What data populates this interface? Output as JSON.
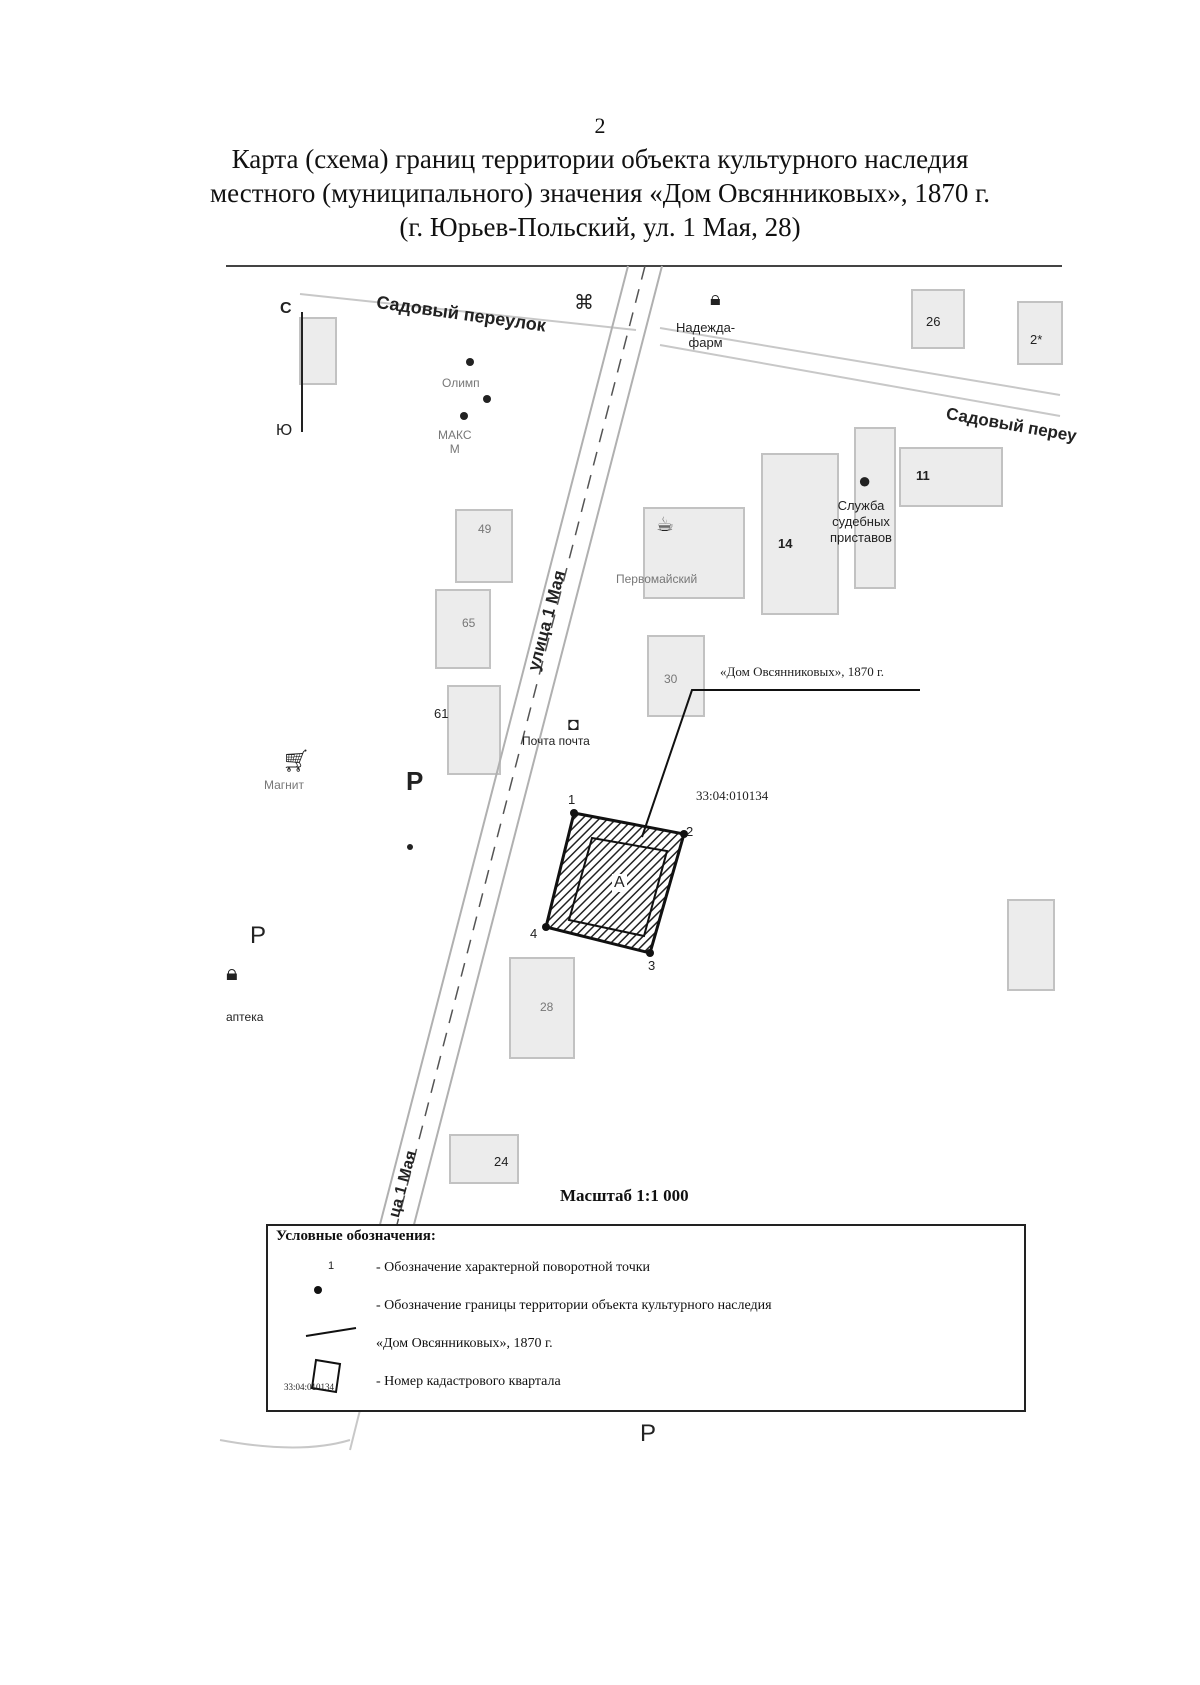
{
  "page_number": "2",
  "title_lines": [
    "Карта (схема) границ территории объекта культурного наследия",
    "местного (муниципального) значения «Дом Овсянниковых», 1870 г.",
    "(г. Юрьев-Польский, ул. 1 Мая, 28)"
  ],
  "map": {
    "streets": {
      "sadovy_top": "Садовый переулок",
      "sadovy_right": "Садовый переу",
      "ulitsa_1_maya": "улица 1 Мая",
      "ulitsa_1_maya_bottom": "ца 1 Мая"
    },
    "compass": {
      "north": "С",
      "south": "Ю"
    },
    "pois": {
      "nadezhda": "Надежда-\nфарм",
      "olymp": "Олимп",
      "maks": "МАКС\nМ",
      "sluzhba": "Служба\nсудебных\nприставов",
      "pervomaysky": "Первомайский",
      "pochta": "Почта почта",
      "magnit": "Магнит",
      "apteka": "аптека"
    },
    "house_numbers": [
      "26",
      "2*",
      "11",
      "14",
      "30",
      "61",
      "28",
      "24",
      "49",
      "65"
    ],
    "parking": "P",
    "object_callout": "«Дом Овсянниковых», 1870 г.",
    "cadastral_quarter": "33:04:010134",
    "points": [
      "1",
      "2",
      "3",
      "4"
    ],
    "object_letter": "А",
    "scale": "Масштаб 1:1 000",
    "colors": {
      "object_fill": "#555555",
      "boundary": "#111111",
      "map_gray": "#cccccc"
    }
  },
  "legend": {
    "title": "Условные обозначения:",
    "point_sym_label": "1",
    "item_point": "- Обозначение характерной поворотной точки",
    "item_boundary": "- Обозначение границы территории объекта культурного наследия",
    "item_object": "«Дом Овсянниковых», 1870 г.",
    "item_cadastral": "- Номер кадастрового квартала",
    "cad_sym_label": "33:04:010134"
  }
}
